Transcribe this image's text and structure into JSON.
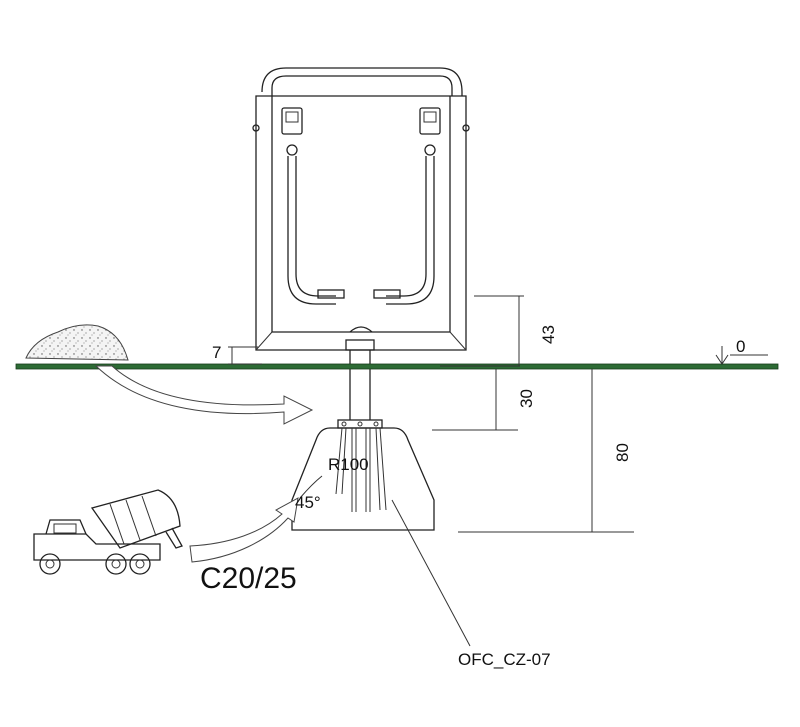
{
  "dimensions": {
    "base_height": "7",
    "zero_level": "0",
    "frame_clearance": "43",
    "post_depth": "30",
    "foundation_depth": "80",
    "radius": "R100",
    "angle": "45°"
  },
  "concrete_class": "C20/25",
  "product_code": "OFC_CZ-07",
  "colors": {
    "ground": "#2d6b35",
    "ground_edge": "#173d1c",
    "line": "#222222"
  }
}
